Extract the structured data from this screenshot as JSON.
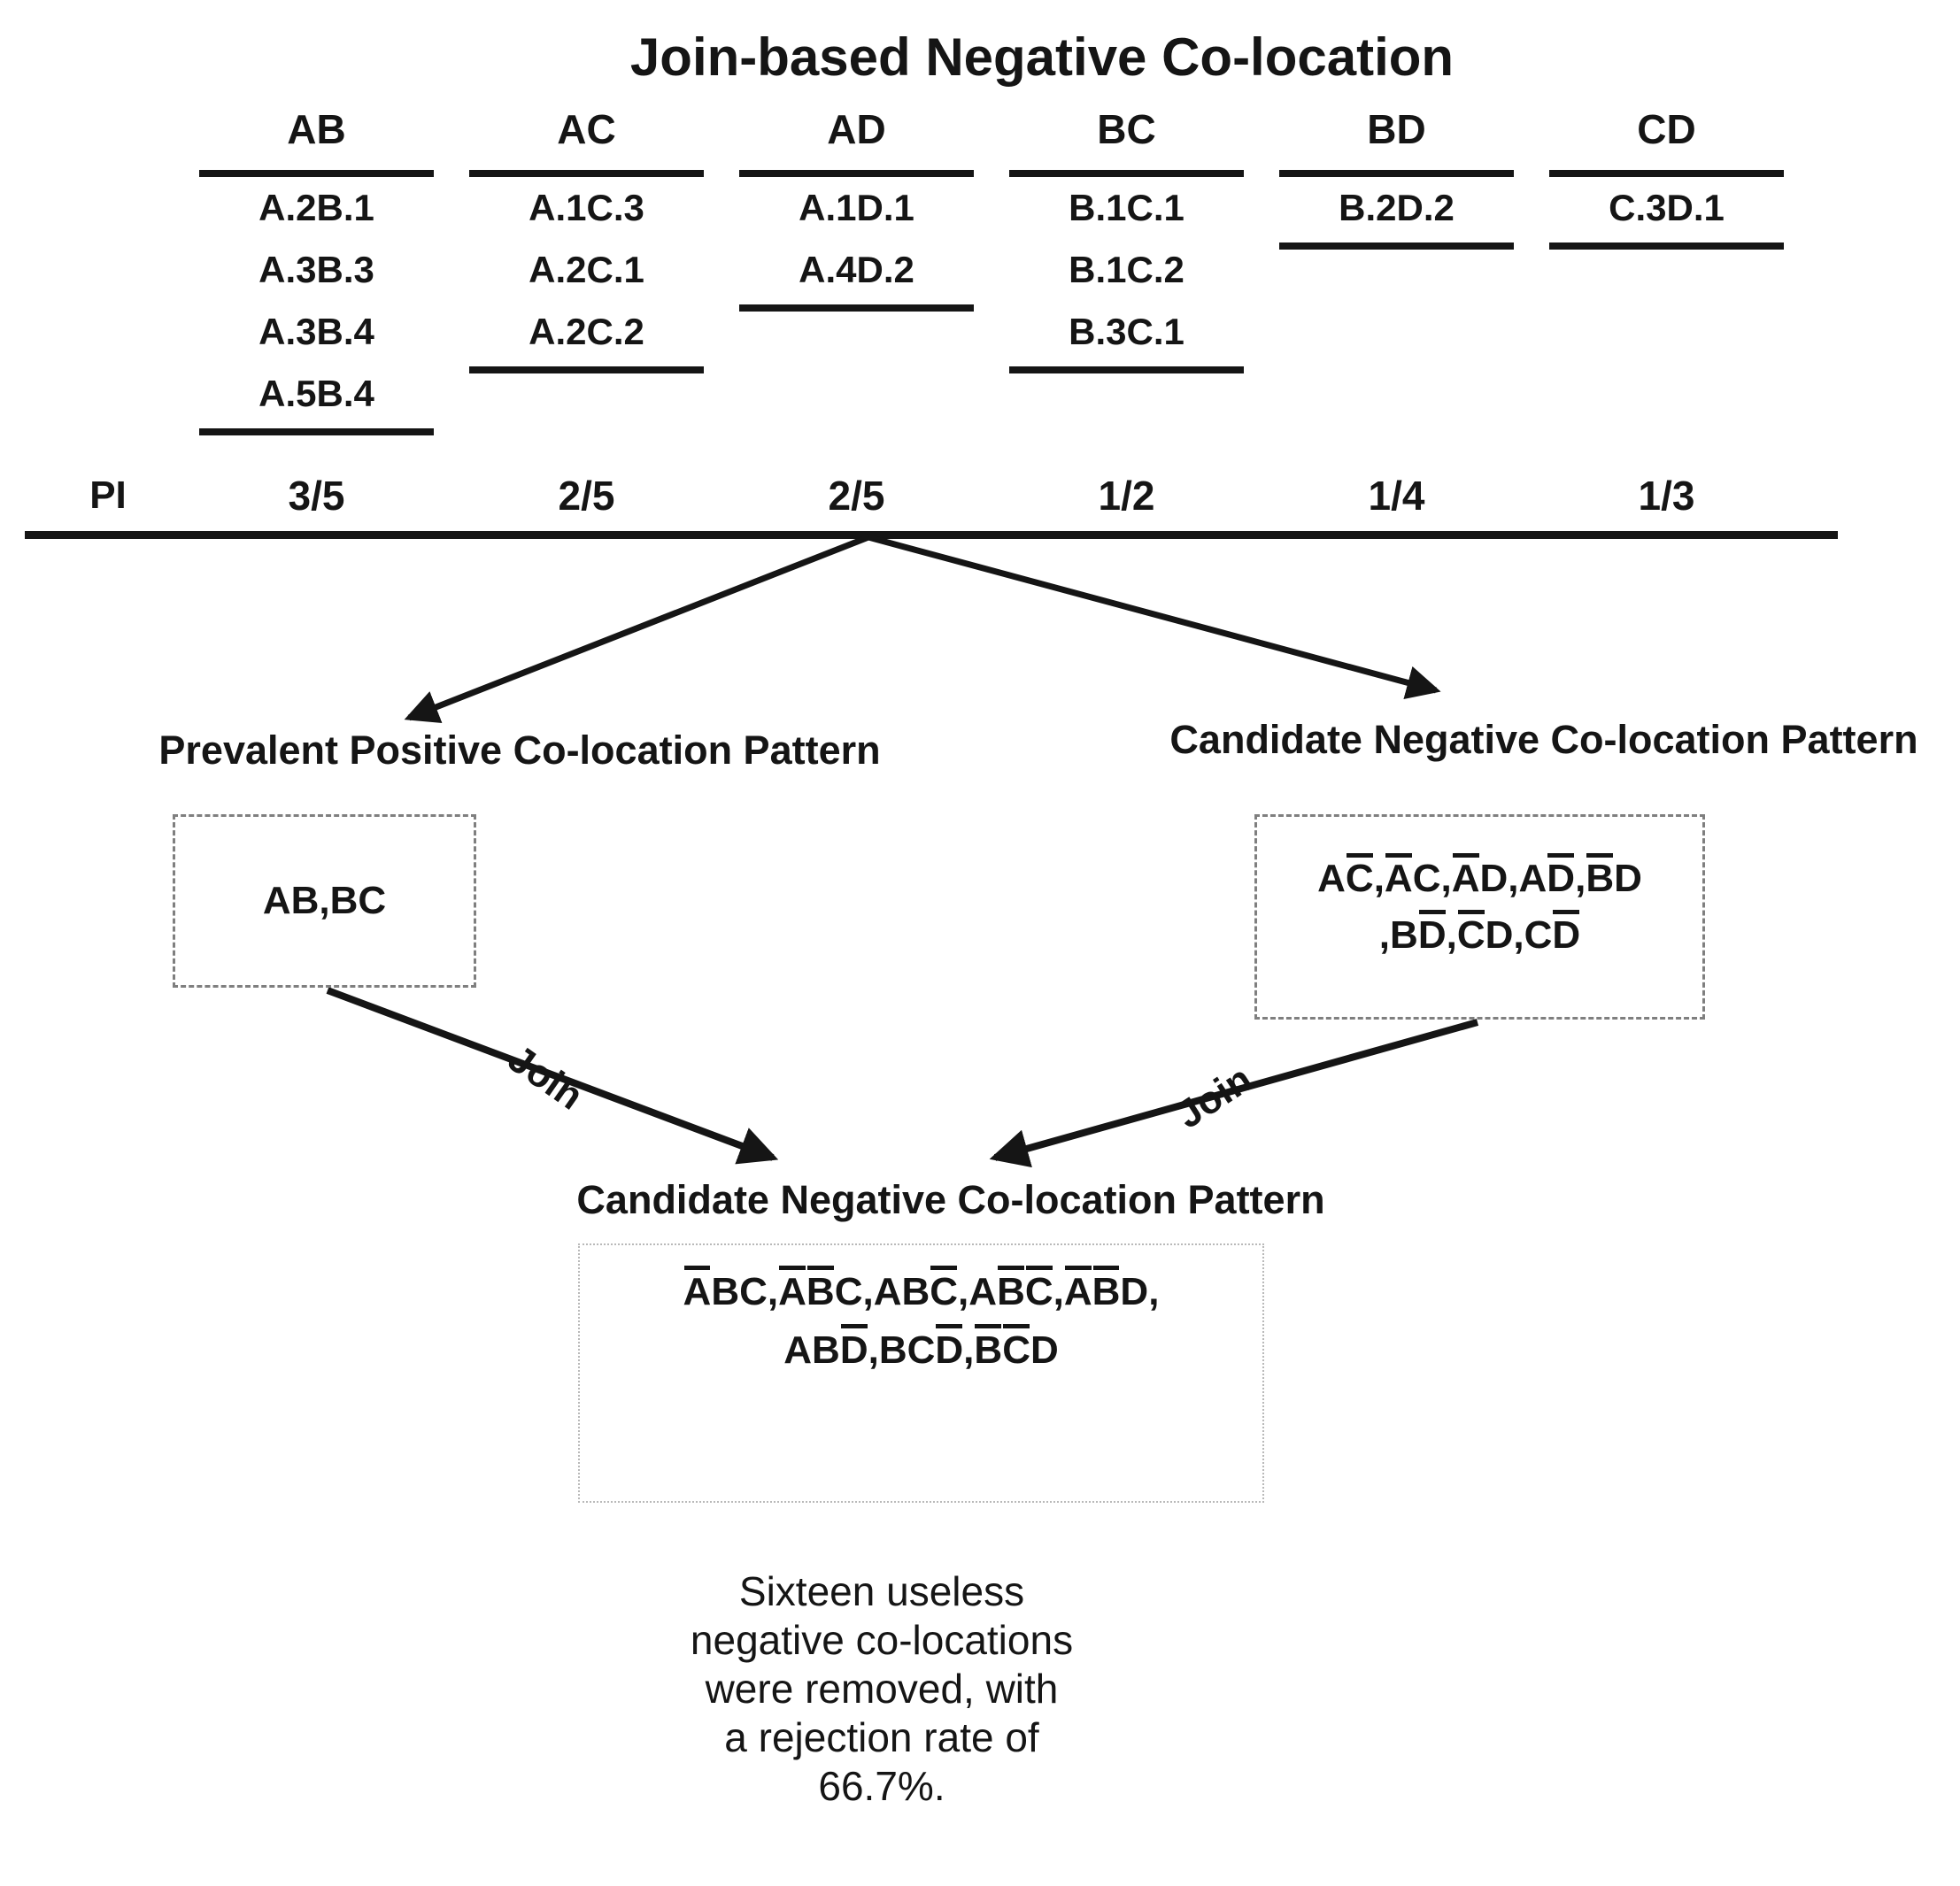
{
  "title": "Join-based Negative Co-location",
  "colors": {
    "ink": "#151515",
    "pattern_box_border": "#7f7f7f",
    "bottom_box_border": "#b9b9b9",
    "background": "#ffffff"
  },
  "table": {
    "pi_label": "PI",
    "columns": [
      {
        "name": "AB",
        "items": [
          "A.2B.1",
          "A.3B.3",
          "A.3B.4",
          "A.5B.4"
        ],
        "pi": "3/5"
      },
      {
        "name": "AC",
        "items": [
          "A.1C.3",
          "A.2C.1",
          "A.2C.2"
        ],
        "pi": "2/5"
      },
      {
        "name": "AD",
        "items": [
          "A.1D.1",
          "A.4D.2"
        ],
        "pi": "2/5"
      },
      {
        "name": "BC",
        "items": [
          "B.1C.1",
          "B.1C.2",
          "B.3C.1"
        ],
        "pi": "1/2"
      },
      {
        "name": "BD",
        "items": [
          "B.2D.2"
        ],
        "pi": "1/4"
      },
      {
        "name": "CD",
        "items": [
          "C.3D.1"
        ],
        "pi": "1/3"
      }
    ]
  },
  "branches": {
    "left": {
      "heading": "Prevalent Positive Co-location Pattern",
      "formula": "AB,BC"
    },
    "right": {
      "heading": "Candidate Negative Co-location Pattern",
      "formula_line1": "A~C,~AC,~AD,A~D,~BD",
      "formula_line2": ",B~D,~CD,C~D"
    }
  },
  "joins": {
    "left_label": "Join",
    "right_label": "Join"
  },
  "bottom": {
    "heading": "Candidate Negative Co-location Pattern",
    "formula_line1": "~ABC,~A~BC,AB~C,A~B~C,~A~BD,",
    "formula_line2": "AB~D,BC~D,~B~CD"
  },
  "note": {
    "lines": [
      "Sixteen useless",
      "negative co-locations",
      "were removed, with",
      "a rejection rate of",
      "66.7%."
    ]
  }
}
